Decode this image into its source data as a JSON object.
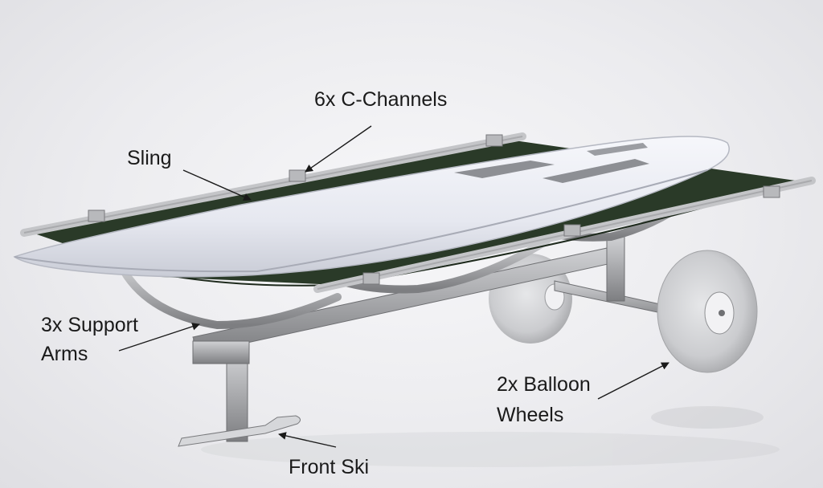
{
  "callouts": {
    "c_channels": "6x C-Channels",
    "sling": "Sling",
    "support_arms_line1": "3x Support",
    "support_arms_line2": "Arms",
    "balloon_wheels_line1": "2x Balloon",
    "balloon_wheels_line2": "Wheels",
    "front_ski": "Front Ski"
  },
  "colors": {
    "sling": "#2a3a28",
    "board": "#e9ebf2",
    "metal": "#a9aaad",
    "wheel": "#d3d4d6",
    "text": "#1a1a1a",
    "background": "#ececef"
  }
}
